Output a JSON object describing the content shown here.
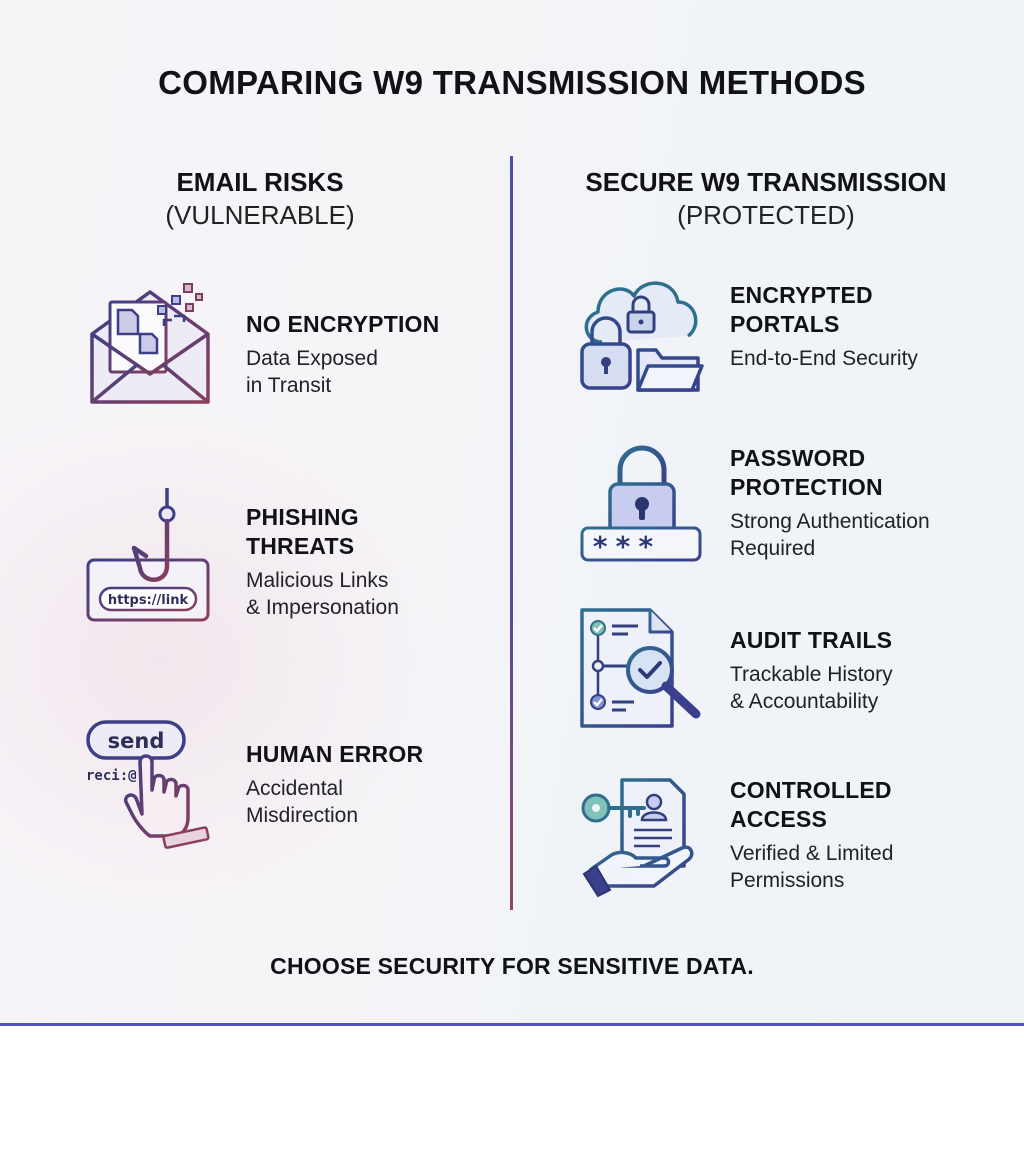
{
  "title": "COMPARING W9 TRANSMISSION METHODS",
  "left": {
    "heading": "EMAIL RISKS",
    "subheading": "(VULNERABLE)",
    "items": [
      {
        "title": "NO ENCRYPTION",
        "desc_line1": "Data Exposed",
        "desc_line2": "in Transit",
        "icon": "envelope-leak-icon"
      },
      {
        "title_line1": "PHISHING",
        "title_line2": "THREATS",
        "desc_line1": "Malicious Links",
        "desc_line2": "& Impersonation",
        "icon": "phishing-hook-icon",
        "icon_text": "https://link"
      },
      {
        "title": "HUMAN ERROR",
        "desc_line1": "Accidental",
        "desc_line2": "Misdirection",
        "icon": "click-send-icon",
        "icon_text_button": "send",
        "icon_text_recipient": "reci:@"
      }
    ]
  },
  "right": {
    "heading": "SECURE W9 TRANSMISSION",
    "subheading": "(PROTECTED)",
    "items": [
      {
        "title_line1": "ENCRYPTED",
        "title_line2": "PORTALS",
        "desc_line1": "End-to-End Security",
        "icon": "cloud-lock-icon"
      },
      {
        "title_line1": "PASSWORD",
        "title_line2": "PROTECTION",
        "desc_line1": "Strong Authentication",
        "desc_line2": "Required",
        "icon": "padlock-password-icon",
        "icon_text": "***"
      },
      {
        "title": "AUDIT TRAILS",
        "desc_line1": "Trackable History",
        "desc_line2": "& Accountability",
        "icon": "audit-document-icon"
      },
      {
        "title_line1": "CONTROLLED",
        "title_line2": "ACCESS",
        "desc_line1": "Verified & Limited",
        "desc_line2": "Permissions",
        "icon": "key-document-hand-icon"
      }
    ]
  },
  "footer": "CHOOSE SECURITY FOR SENSITIVE DATA.",
  "colors": {
    "accent": "#5552c4",
    "risk_stroke": "#5a3f7a",
    "secure_stroke": "#33407e"
  }
}
